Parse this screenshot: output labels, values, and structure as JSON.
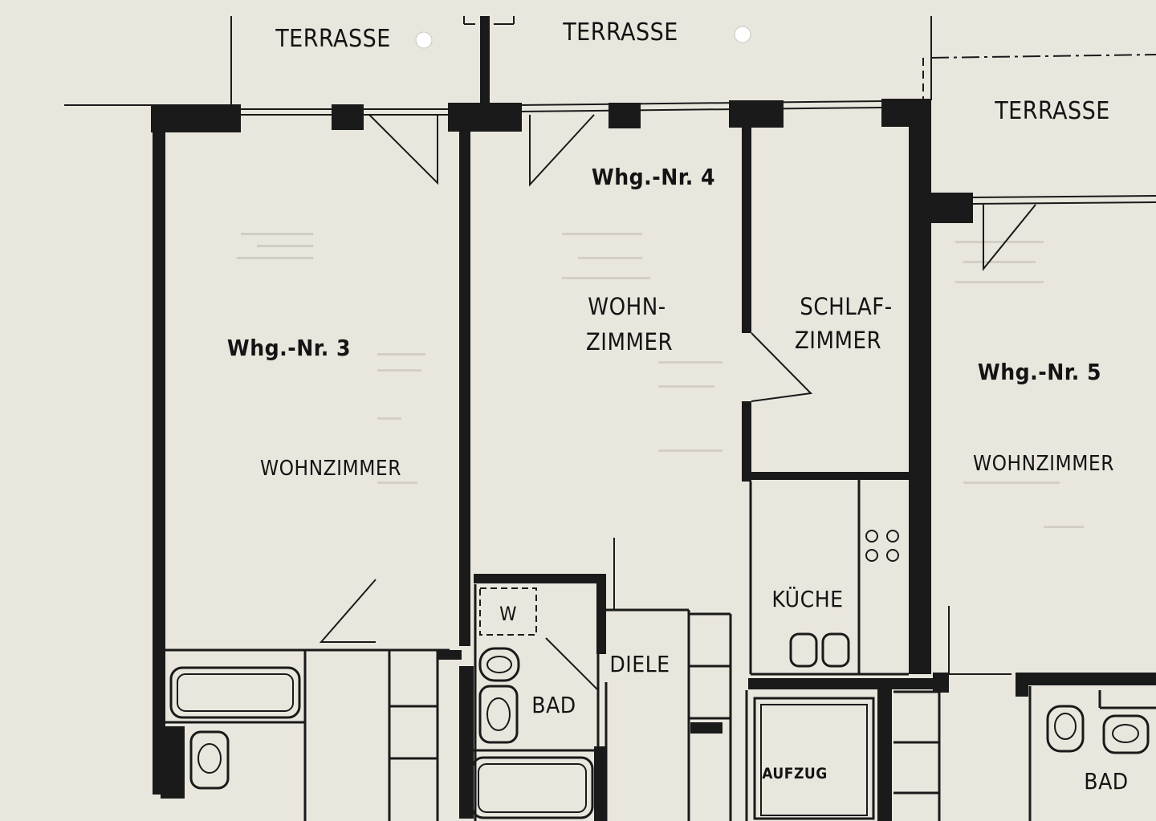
{
  "labels": {
    "terrace_left": "TERRASSE",
    "terrace_center": "TERRASSE",
    "terrace_right": "TERRASSE",
    "unit_3": "Whg.-Nr. 3",
    "unit_4": "Whg.-Nr. 4",
    "unit_5": "Whg.-Nr. 5",
    "living_room_3": "WOHNZIMMER",
    "living_room_4_line1": "WOHN-",
    "living_room_4_line2": "ZIMMER",
    "bedroom_4_line1": "SCHLAF-",
    "bedroom_4_line2": "ZIMMER",
    "living_room_5": "WOHNZIMMER",
    "kitchen": "KÜCHE",
    "hall": "DIELE",
    "bathroom_4": "BAD",
    "bathroom_5": "BAD",
    "washer": "W",
    "elevator": "AUFZUG"
  },
  "colors": {
    "paper": "#e9e6dd",
    "ink": "#1a1a1a"
  }
}
